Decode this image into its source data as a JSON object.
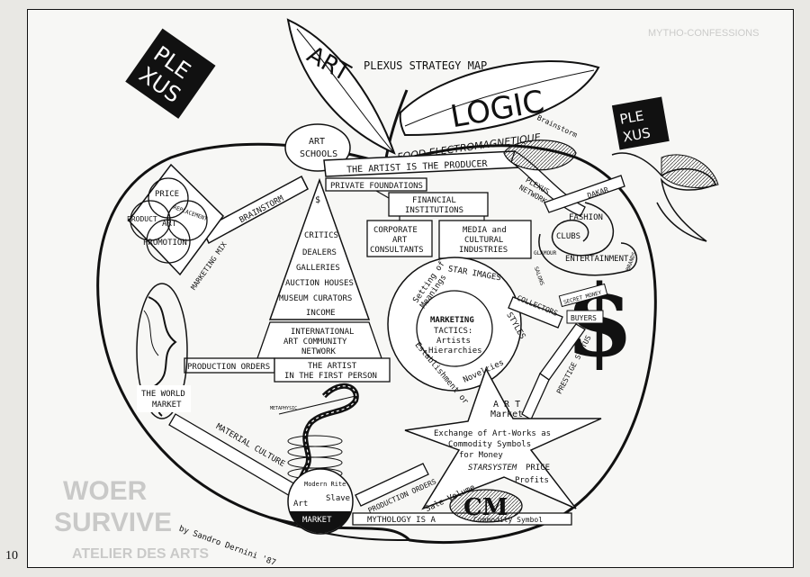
{
  "page_number": "10",
  "background_page": {
    "heading_right": "MYTHO-CONFESSIONS",
    "heading_left_1": "WOER",
    "heading_left_2": "SURVIVE",
    "heading_left_3": "ATELIER DES ARTS"
  },
  "title": "PLEXUS STRATEGY MAP",
  "logo_top_left": {
    "l1": "PLE",
    "l2": "XUS"
  },
  "logo_right": {
    "l1": "PLE",
    "l2": "XUS"
  },
  "leaf_art": "ART",
  "leaf_logic": "LOGIC",
  "stem_text": "FOOD ELECTROMAGNETIQUE",
  "boxes": {
    "art_schools_1": "ART",
    "art_schools_2": "SCHOOLS",
    "artist_producer": "THE ARTIST IS THE PRODUCER",
    "private_foundations": "PRIVATE FOUNDATIONS",
    "financial_1": "FINANCIAL",
    "financial_2": "INSTITUTIONS",
    "corporate_1": "CORPORATE",
    "corporate_2": "ART",
    "corporate_3": "CONSULTANTS",
    "media_1": "MEDIA and",
    "media_2": "CULTURAL",
    "media_3": "INDUSTRIES",
    "production_orders_left": "PRODUCTION ORDERS",
    "artist_first_1": "THE ARTIST",
    "artist_first_2": "IN THE FIRST PERSON",
    "international_1": "INTERNATIONAL",
    "international_2": "ART COMMUNITY",
    "international_3": "NETWORK"
  },
  "triangle": {
    "dollar": "$",
    "items": [
      "CRITICS",
      "DEALERS",
      "GALLERIES",
      "AUCTION HOUSES",
      "MUSEUM CURATORS",
      "INCOME"
    ]
  },
  "marketing_mix": {
    "price": "PRICE",
    "product": "PRODUCT",
    "art": "ART",
    "replacement": "REPLACEMENT",
    "promotion": "PROMOTION",
    "label": "MARKETING MIX",
    "brainstorm": "BRAINSTORM"
  },
  "circle": {
    "setting_1": "Setting of",
    "setting_2": "Meanings",
    "star_images": "STAR IMAGES",
    "styles": "STYLES",
    "center_1": "MARKETING",
    "center_2": "TACTICS:",
    "center_3": "Artists",
    "center_4": "Hierarchies",
    "establishment": "Establishment or",
    "novelties": "Novelties"
  },
  "right_side": {
    "brainstorm": "Brainstorm",
    "plexus_network_1": "PLEXUS",
    "plexus_network_2": "NETWORK",
    "dakar": "DAKAR",
    "fashion": "FASHION",
    "clubs": "CLUBS",
    "glamour": "GLAMOUR",
    "salons": "SALONS",
    "entertainment": "ENTERTAINMENT",
    "brands": "BRANDS",
    "collectors": "COLLECTORS",
    "secret_money": "SECRET MONEY",
    "buyers": "BUYERS",
    "dollar": "$",
    "prestige_status": "PRESTIGE STATUS"
  },
  "star": {
    "art_market_1": "A R T",
    "art_market_2": "Market",
    "line1": "Exchange of Art-Works as",
    "line2": "Commodity Symbols",
    "line3": "for Money",
    "starsystem": "STARSYSTEM",
    "price": "PRICE",
    "profits": "Profits",
    "sale_volume": "Sale Volume"
  },
  "bottom": {
    "world_market_1": "THE WORLD",
    "world_market_2": "MARKET",
    "material_culture": "MATERIAL CULTURE",
    "production_orders": "PRODUCTION ORDERS",
    "modern_rite": "Modern Rite",
    "art": "Art",
    "slave": "Slave",
    "market": "MARKET",
    "mythology": "MYTHOLOGY IS A",
    "commodity_symbol": "Commodity Symbol",
    "cm_logo": "CM",
    "byline": "by Sandro Dernini '87",
    "gig": "METAPHYSIC"
  }
}
